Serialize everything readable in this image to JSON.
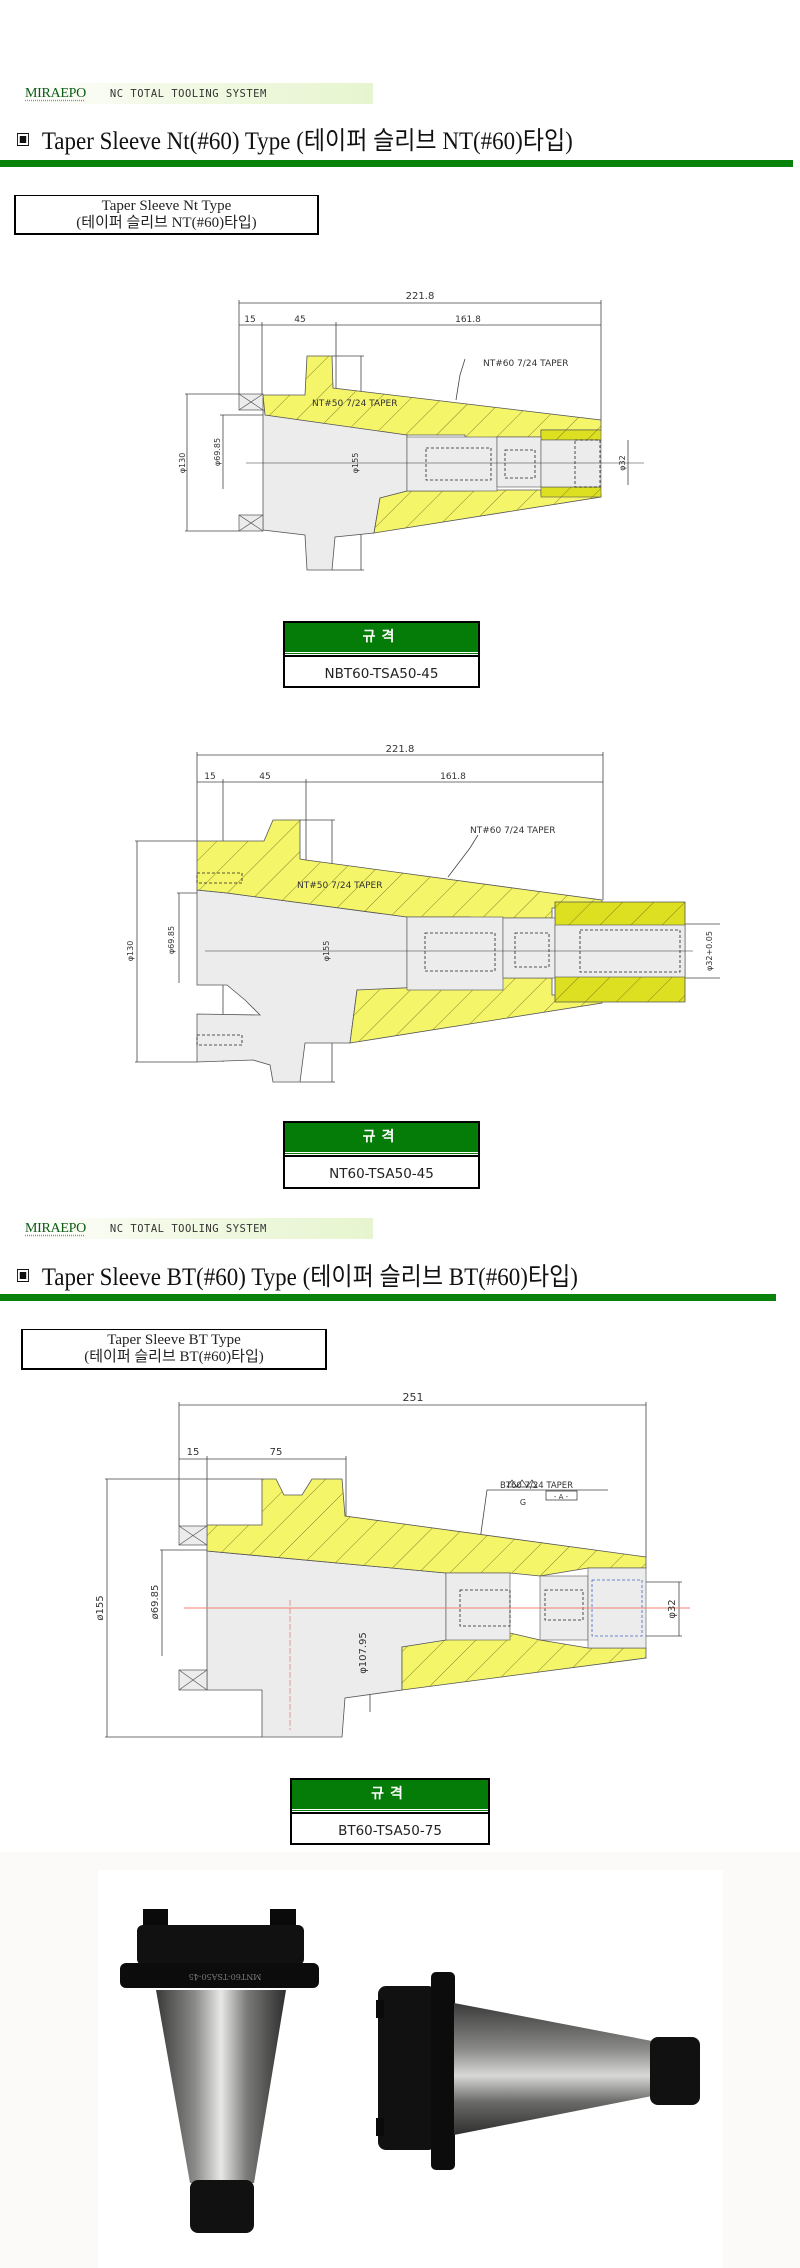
{
  "brand": {
    "name": "MIRAEPO",
    "tagline": "NC TOTAL TOOLING SYSTEM"
  },
  "sections": [
    {
      "title": "Taper Sleeve Nt(#60) Type (테이퍼 슬리브 NT(#60)타입)",
      "type_box": {
        "line1": "Taper Sleeve Nt Type",
        "line2": "(테이퍼 슬리브 NT(#60)타입)"
      },
      "drawings": [
        {
          "overall": "221.8",
          "d1": "15",
          "d2": "45",
          "d3": "161.8",
          "taper_outer": "NT#60 7/24 TAPER",
          "taper_inner": "NT#50 7/24 TAPER",
          "dia_a": "φ130",
          "dia_b": "φ69.85",
          "dia_c": "φ155",
          "dia_d": "φ32",
          "spec": {
            "header": "규격",
            "value": "NBT60-TSA50-45"
          }
        },
        {
          "overall": "221.8",
          "d1": "15",
          "d2": "45",
          "d3": "161.8",
          "taper_outer": "NT#60 7/24 TAPER",
          "taper_inner": "NT#50 7/24 TAPER",
          "dia_a": "φ130",
          "dia_b": "φ69.85",
          "dia_c": "φ155",
          "dia_d": "φ32+0.05",
          "spec": {
            "header": "규격",
            "value": "NT60-TSA50-45"
          }
        }
      ]
    },
    {
      "title": "Taper Sleeve BT(#60) Type (테이퍼 슬리브 BT(#60)타입)",
      "type_box": {
        "line1": "Taper Sleeve BT Type",
        "line2": "(테이퍼 슬리브 BT(#60)타입)"
      },
      "drawings": [
        {
          "overall": "251",
          "d1": "15",
          "d2": "75",
          "taper_outer": "BT60 7/24 TAPER",
          "datum_g": "G",
          "datum_a": "- A -",
          "dia_a": "ø155",
          "dia_b": "ø69.85",
          "dia_c": "φ107.95",
          "dia_d": "φ32",
          "spec": {
            "header": "규격",
            "value": "BT60-TSA50-75"
          }
        }
      ]
    }
  ],
  "photo": {
    "engraving": "MNT60-TSA50-45"
  },
  "colors": {
    "accent_green": "#08820a",
    "section_yellow": "#f5f56a",
    "body_gray": "#ececec"
  }
}
